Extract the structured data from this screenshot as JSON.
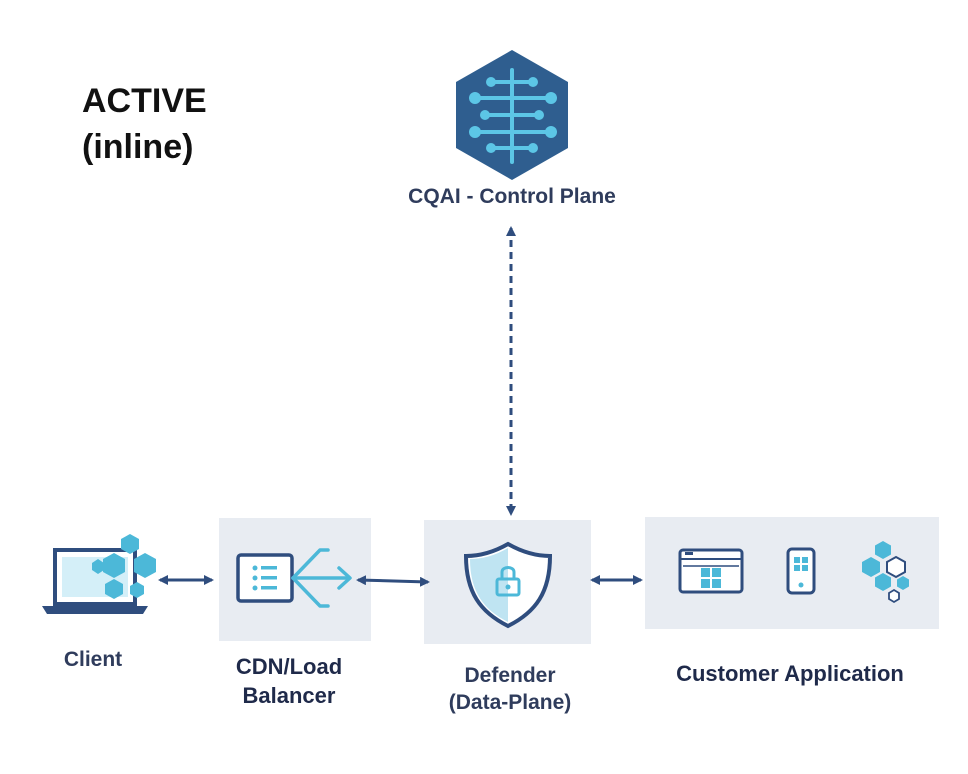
{
  "mode": {
    "line1": "ACTIVE",
    "line2": "(inline)"
  },
  "nodes": {
    "control_plane": {
      "label": "CQAI - Control Plane"
    },
    "client": {
      "label": "Client"
    },
    "cdn": {
      "label_line1": "CDN/Load",
      "label_line2": "Balancer"
    },
    "defender": {
      "label_line1": "Defender",
      "label_line2": "(Data-Plane)"
    },
    "customer_app": {
      "label": "Customer Application"
    }
  },
  "colors": {
    "navy": "#2f4d7e",
    "accent": "#4cb8d8",
    "panel": "#e8ecf2",
    "text": "#2f3c5c"
  },
  "icons": {
    "control_plane": "neural-network-hexagon-icon",
    "client": "laptop-with-hexagons-icon",
    "cdn": "load-balancer-icon",
    "defender": "shield-lock-icon",
    "customer_app": [
      "browser-window-icon",
      "mobile-phone-icon",
      "hexagon-cluster-icon"
    ]
  }
}
